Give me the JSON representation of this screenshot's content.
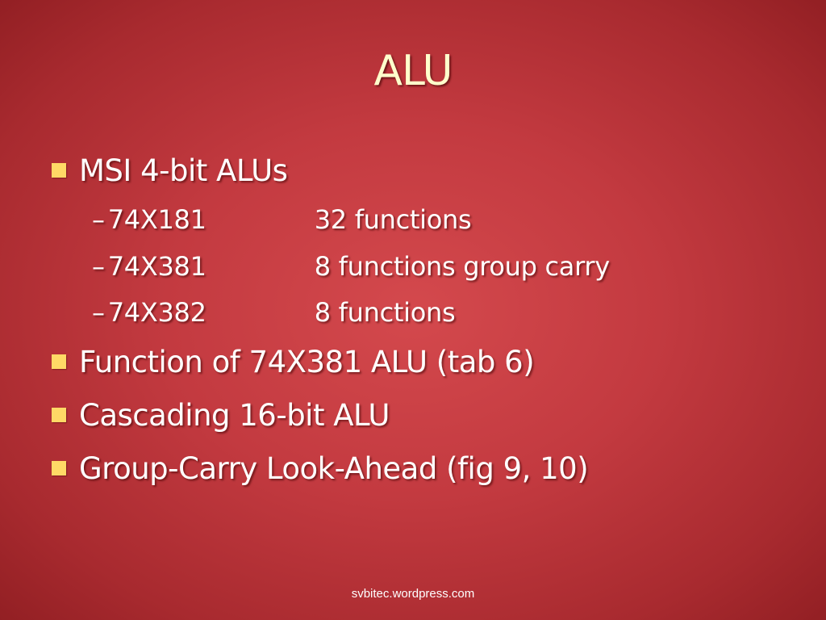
{
  "slide": {
    "title": "ALU",
    "bullets": [
      {
        "text": "MSI 4-bit ALUs",
        "sub": [
          {
            "dash": "–",
            "part": "74X181",
            "desc": "32 functions"
          },
          {
            "dash": "–",
            "part": "74X381",
            "desc": "8 functions group carry"
          },
          {
            "dash": "–",
            "part": "74X382",
            "desc": "8 functions"
          }
        ]
      },
      {
        "text": "Function of 74X381 ALU (tab 6)"
      },
      {
        "text": "Cascading 16-bit ALU"
      },
      {
        "text": "Group-Carry Look-Ahead (fig 9, 10)"
      }
    ],
    "footer": "svbitec.wordpress.com"
  },
  "colors": {
    "title": "#ffffcc",
    "bullet_marker": "#ffd966",
    "background_center": "#d4494d",
    "background_edge": "#8c1c20"
  }
}
